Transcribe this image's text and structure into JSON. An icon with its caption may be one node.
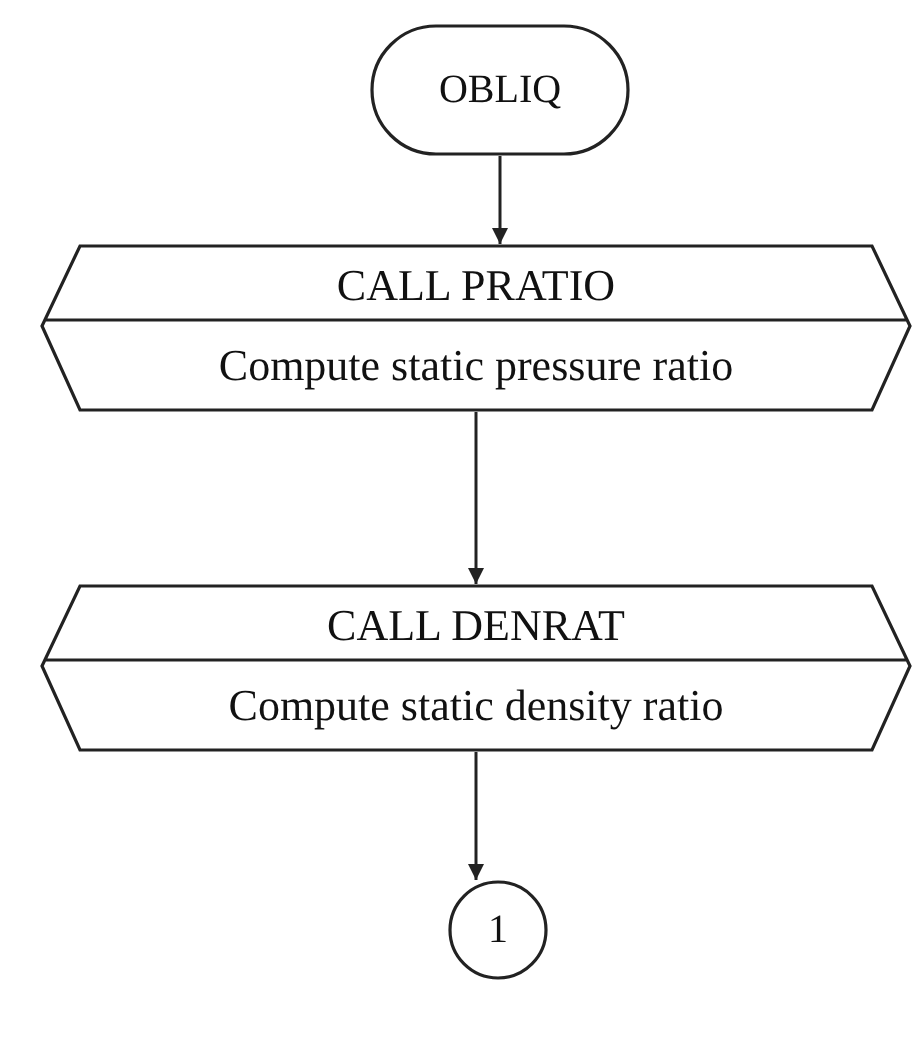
{
  "diagram": {
    "nodes": [
      {
        "text": [
          "OBLIQ"
        ]
      },
      {
        "text": [
          "CALL PRATIO",
          "Compute static pressure ratio"
        ]
      },
      {
        "text": [
          "CALL DENRAT",
          "Compute static density ratio"
        ]
      },
      {
        "text": [
          "1"
        ]
      }
    ],
    "edges": [
      {
        "from": 0,
        "to": 1,
        "arrow": "to"
      },
      {
        "from": 1,
        "to": 2,
        "arrow": "to"
      },
      {
        "from": 2,
        "to": 3,
        "arrow": "to"
      }
    ]
  }
}
